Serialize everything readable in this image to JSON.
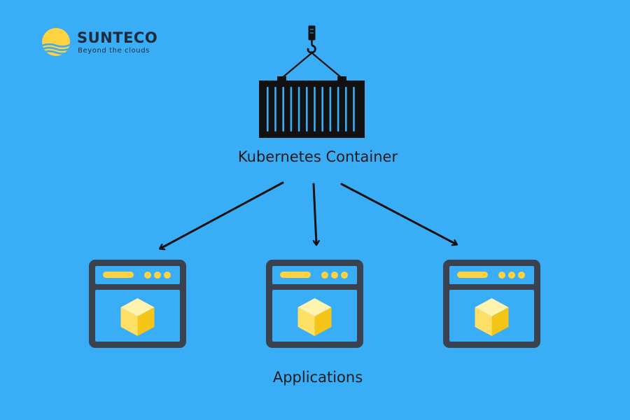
{
  "brand": {
    "name": "SUNTECO",
    "tagline": "Beyond the clouds",
    "logo_icon": "sun-logo-icon",
    "logo_color": "#FFD23F"
  },
  "diagram": {
    "container_label": "Kubernetes Container",
    "applications_label": "Applications",
    "app_window_count": 3,
    "icons": [
      "crane-hook-icon",
      "shipping-container-icon",
      "app-window-icon",
      "cube-icon"
    ]
  },
  "colors": {
    "background": "#3AADF7",
    "window_frame": "#3A4250",
    "accent_yellow": "#FFD23F",
    "cube_face_light": "#FFF3B0",
    "cube_face_mid": "#FFE066",
    "cube_face_dark": "#F5C518"
  }
}
